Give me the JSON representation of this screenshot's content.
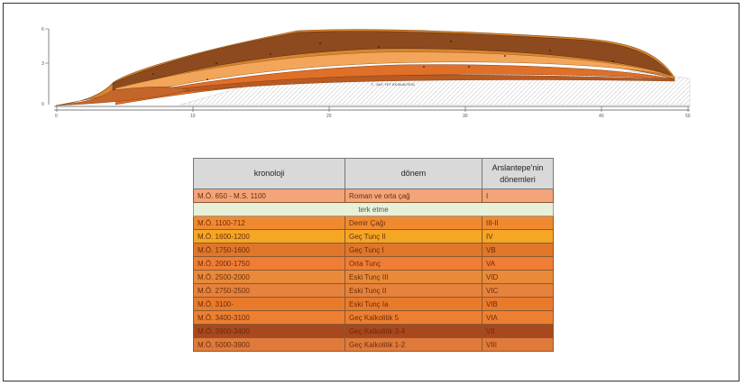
{
  "profile": {
    "mound_label": "T... ANT YET EKSKAVTESI",
    "y_ticks": [
      "6",
      "3",
      "0"
    ],
    "x_ticks": [
      "0",
      "10",
      "20",
      "30",
      "40",
      "50"
    ]
  },
  "table": {
    "headers": [
      "kronoloji",
      "dönem",
      "Arslantepe'nin dönemleri"
    ],
    "rows": [
      {
        "kronoloji": "M.Ö. 650 - M.S. 1100",
        "donem": "Roman ve orta çağ",
        "arslantepe": "I",
        "color": "#f4a47a"
      },
      {
        "span": "terk etme",
        "color": "#e8f0d8"
      },
      {
        "kronoloji": "M.Ö. 1100-712",
        "donem": "Demir Çağı",
        "arslantepe": "III-II",
        "color": "#f08a30"
      },
      {
        "kronoloji": "M.Ö. 1600-1200",
        "donem": "Geç Tunç II",
        "arslantepe": "IV",
        "color": "#f5a623"
      },
      {
        "kronoloji": "M.Ö. 1750-1600",
        "donem": "Geç Tunç I",
        "arslantepe": "VB",
        "color": "#e0762a"
      },
      {
        "kronoloji": "M.Ö. 2000-1750",
        "donem": "Orta Tunç",
        "arslantepe": "VA",
        "color": "#f07d35"
      },
      {
        "kronoloji": "M.Ö. 2500-2000",
        "donem": "Eski Tunç III",
        "arslantepe": "VID",
        "color": "#e88a3a"
      },
      {
        "kronoloji": "M.Ö. 2750-2500",
        "donem": "Eski Tunç II",
        "arslantepe": "VIC",
        "color": "#e6823c"
      },
      {
        "kronoloji": "M.Ö. 3100-",
        "donem": "Eski Tunç Ia",
        "arslantepe": "VIB",
        "color": "#e87a2c"
      },
      {
        "kronoloji": "M.Ö. 3400-3100",
        "donem": "Geç Kalkolitik 5",
        "arslantepe": "VIA",
        "color": "#ec7f32"
      },
      {
        "kronoloji": "M.Ö. 3900-3400",
        "donem": "Geç Kalkolitik 3-4",
        "arslantepe": "VII",
        "color": "#a8481e"
      },
      {
        "kronoloji": "M.Ö. 5000-3900",
        "donem": "Geç Kalkolitik 1-2",
        "arslantepe": "VIII",
        "color": "#e07a3a"
      }
    ]
  }
}
